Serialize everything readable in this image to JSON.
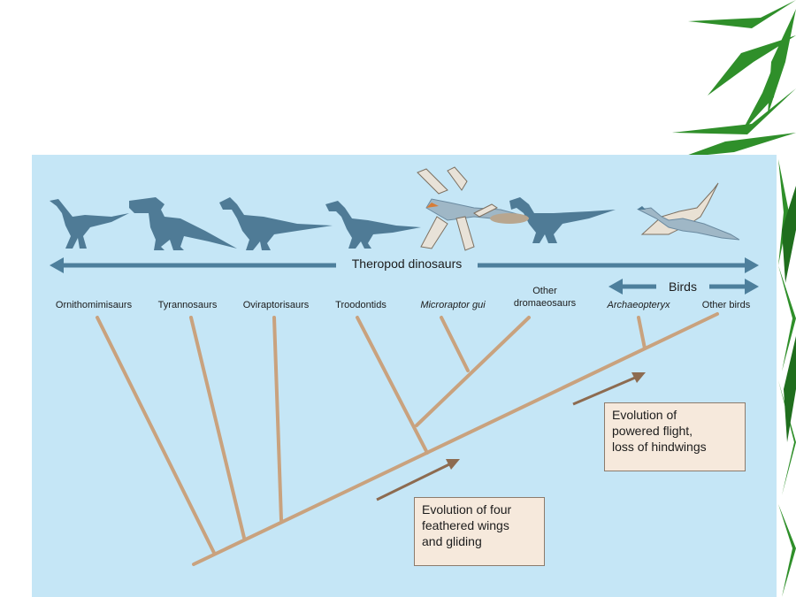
{
  "diagram": {
    "range_labels": {
      "theropods": "Theropod dinosaurs",
      "birds": "Birds"
    },
    "taxa": [
      {
        "name": "Ornithomimisaurs",
        "italic": false
      },
      {
        "name": "Tyrannosaurs",
        "italic": false
      },
      {
        "name": "Oviraptorisaurs",
        "italic": false
      },
      {
        "name": "Troodontids",
        "italic": false
      },
      {
        "name": "Microraptor gui",
        "italic": true
      },
      {
        "name_line1": "Other",
        "name_line2": "dromaeosaurs",
        "italic": false
      },
      {
        "name": "Archaeopteryx",
        "italic": true
      },
      {
        "name": "Other birds",
        "italic": false
      }
    ],
    "notes": {
      "four_wings": "Evolution of four\nfeathered wings\nand gliding",
      "powered_flight": "Evolution of\npowered flight,\nloss of hindwings"
    },
    "colors": {
      "panel": "#c5e6f6",
      "branch": "#c9a27e",
      "arrow": "#4d7f9c",
      "silhouette": "#4f7b96",
      "note_arrow": "#8d6b50",
      "bamboo": "#2f8f2a"
    }
  }
}
